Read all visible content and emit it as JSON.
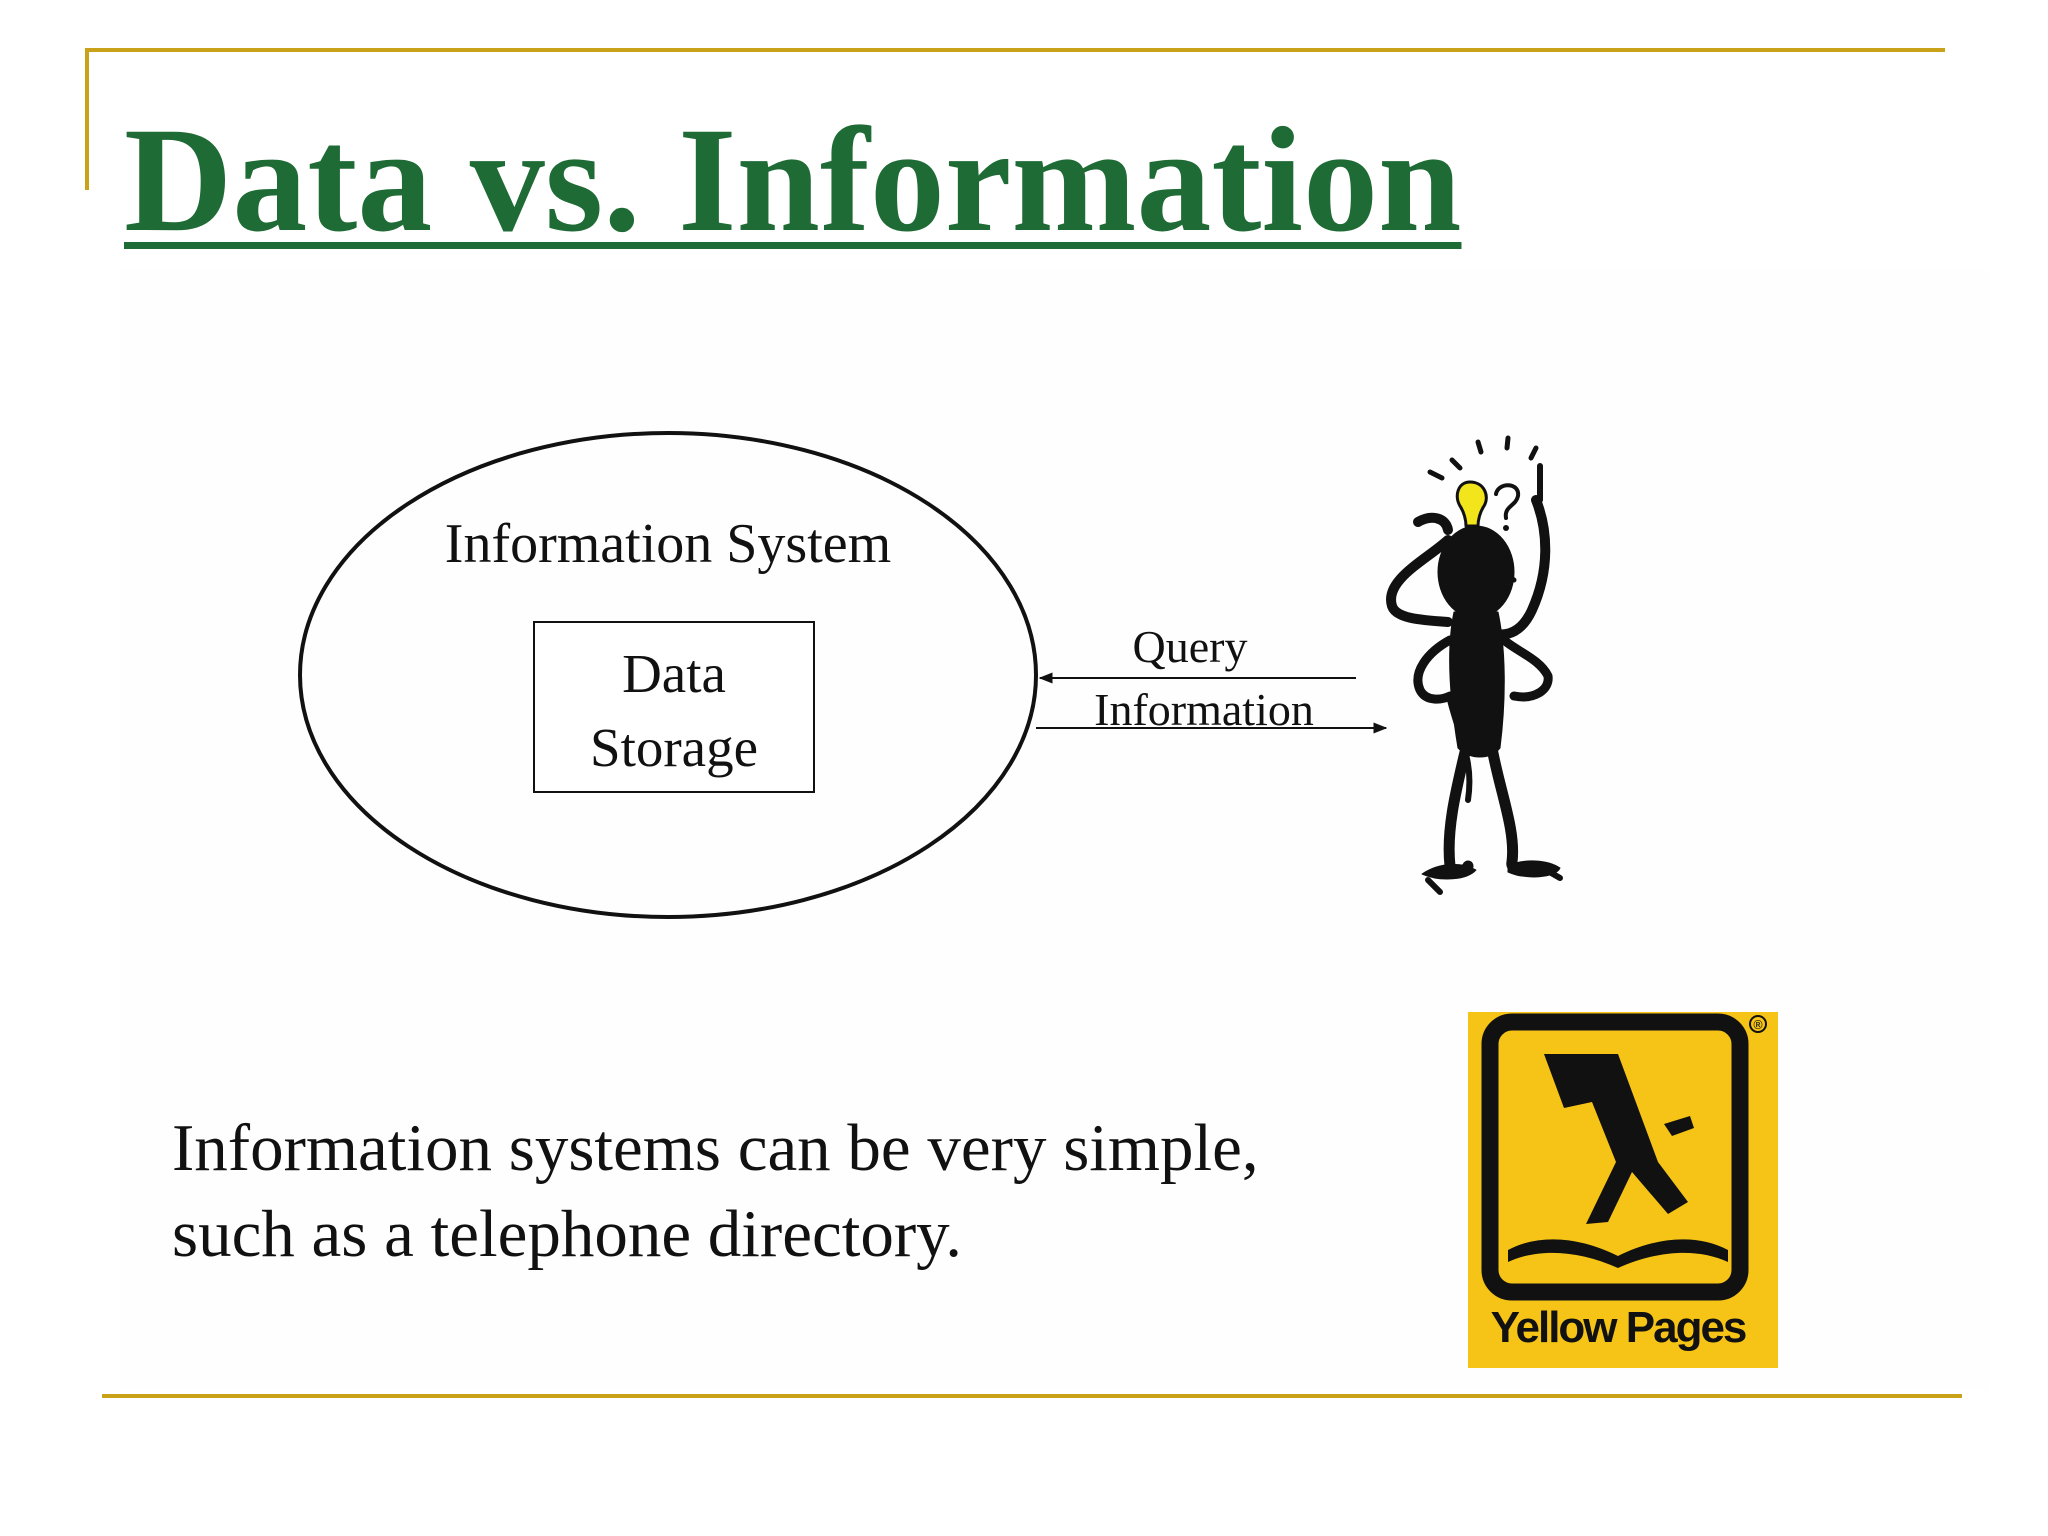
{
  "slide": {
    "title": "Data vs. Information",
    "caption_lines": [
      "Information systems can be very simple,",
      "such as a telephone directory."
    ]
  },
  "diagram": {
    "system_label": "Information System",
    "storage_label_lines": [
      "Data",
      "Storage"
    ],
    "query_label": "Query",
    "information_label": "Information"
  },
  "logo": {
    "text": "Yellow Pages",
    "registered_mark": "®"
  },
  "colors": {
    "title": "#1f6b35",
    "rule": "#c9a21a",
    "logo_bg": "#f6c417",
    "bulb": "#f2e51c"
  }
}
